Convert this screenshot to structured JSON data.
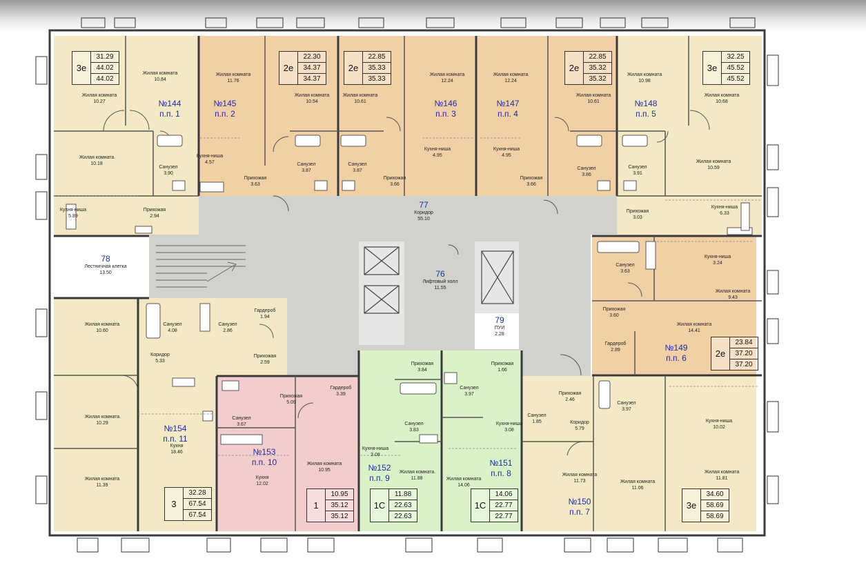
{
  "apartments": [
    {
      "id": "a144",
      "num": "№144",
      "pp": "п.п. 1",
      "box": {
        "type": "3е",
        "vals": [
          "31.29",
          "44.02",
          "44.02"
        ]
      }
    },
    {
      "id": "a145",
      "num": "№145",
      "pp": "п.п. 2",
      "box": {
        "type": "2е",
        "vals": [
          "22.30",
          "34.37",
          "34.37"
        ]
      }
    },
    {
      "id": "a146",
      "num": "№146",
      "pp": "п.п. 3",
      "box": {
        "type": "2е",
        "vals": [
          "22.85",
          "35.33",
          "35.33"
        ]
      }
    },
    {
      "id": "a147",
      "num": "№147",
      "pp": "п.п. 4",
      "box": {
        "type": "2е",
        "vals": [
          "22.85",
          "35.32",
          "35.32"
        ]
      }
    },
    {
      "id": "a148",
      "num": "№148",
      "pp": "п.п. 5",
      "box": {
        "type": "3е",
        "vals": [
          "32.25",
          "45.52",
          "45.52"
        ]
      }
    },
    {
      "id": "a149",
      "num": "№149",
      "pp": "п.п. 6",
      "box": {
        "type": "2е",
        "vals": [
          "23.84",
          "37.20",
          "37.20"
        ]
      }
    },
    {
      "id": "a150",
      "num": "№150",
      "pp": "п.п. 7",
      "box": {
        "type": "3е",
        "vals": [
          "34.60",
          "58.69",
          "58.69"
        ]
      }
    },
    {
      "id": "a151",
      "num": "№151",
      "pp": "п.п. 8",
      "box": {
        "type": "1С",
        "vals": [
          "14.06",
          "22.77",
          "22.77"
        ]
      }
    },
    {
      "id": "a152",
      "num": "№152",
      "pp": "п.п. 9",
      "box": {
        "type": "1С",
        "vals": [
          "11.88",
          "22.63",
          "22.63"
        ]
      }
    },
    {
      "id": "a153",
      "num": "№153",
      "pp": "п.п. 10",
      "box": {
        "type": "1",
        "vals": [
          "10.95",
          "35.12",
          "35.12"
        ]
      }
    },
    {
      "id": "a154",
      "num": "№154",
      "pp": "п.п. 11",
      "box": {
        "type": "3",
        "vals": [
          "32.28",
          "67.54",
          "67.54"
        ]
      }
    }
  ],
  "public_rooms": [
    {
      "id": "p77",
      "num": "77",
      "name": "Коридор",
      "area": "55.10"
    },
    {
      "id": "p76",
      "num": "76",
      "name": "Лифтовый холл",
      "area": "11.55"
    },
    {
      "id": "p78",
      "num": "78",
      "name": "Лестничная клетка",
      "area": "13.50"
    },
    {
      "id": "p79",
      "num": "79",
      "name": "ПУИ",
      "area": "2.28"
    }
  ],
  "rooms": [
    {
      "name": "Жилая комната",
      "area": "10.84"
    },
    {
      "name": "Жилая комната",
      "area": "10.27"
    },
    {
      "name": "Жилая комната",
      "area": "10.18"
    },
    {
      "name": "Санузел",
      "area": "3.90"
    },
    {
      "name": "Кухня-ниша",
      "area": "5.89"
    },
    {
      "name": "Прихожая",
      "area": "2.94"
    },
    {
      "name": "Жилая комната",
      "area": "11.76"
    },
    {
      "name": "Кухня-ниша",
      "area": "4.57"
    },
    {
      "name": "Прихожая",
      "area": "3.63"
    },
    {
      "name": "Жилая комната",
      "area": "10.54"
    },
    {
      "name": "Санузел",
      "area": "3.87"
    },
    {
      "name": "Жилая комната",
      "area": "10.61"
    },
    {
      "name": "Санузел",
      "area": "3.87"
    },
    {
      "name": "Прихожая",
      "area": "3.66"
    },
    {
      "name": "Жилая комната",
      "area": "12.24"
    },
    {
      "name": "Кухня-ниша",
      "area": "4.95"
    },
    {
      "name": "Жилая комната",
      "area": "12.24"
    },
    {
      "name": "Кухня-ниша",
      "area": "4.95"
    },
    {
      "name": "Прихожая",
      "area": "3.66"
    },
    {
      "name": "Жилая комната",
      "area": "10.61"
    },
    {
      "name": "Санузел",
      "area": "3.86"
    },
    {
      "name": "Жилая комната",
      "area": "10.98"
    },
    {
      "name": "Жилая комната",
      "area": "10.68"
    },
    {
      "name": "Санузел",
      "area": "3.91"
    },
    {
      "name": "Жилая комната",
      "area": "10.59"
    },
    {
      "name": "Прихожая",
      "area": "3.03"
    },
    {
      "name": "Кухня-ниша",
      "area": "6.33"
    },
    {
      "name": "Санузел",
      "area": "3.63"
    },
    {
      "name": "Кухня-ниша",
      "area": "3.24"
    },
    {
      "name": "Жилая комната",
      "area": "9.43"
    },
    {
      "name": "Прихожая",
      "area": "3.60"
    },
    {
      "name": "Жилая комната",
      "area": "14.41"
    },
    {
      "name": "Гардероб",
      "area": "2.89"
    },
    {
      "name": "Прихожая",
      "area": "2.46"
    },
    {
      "name": "Санузел",
      "area": "3.97"
    },
    {
      "name": "Санузел",
      "area": "1.85"
    },
    {
      "name": "Коридор",
      "area": "5.79"
    },
    {
      "name": "Кухня-ниша",
      "area": "10.02"
    },
    {
      "name": "Жилая комната",
      "area": "11.73"
    },
    {
      "name": "Жилая комната",
      "area": "11.06"
    },
    {
      "name": "Жилая комната",
      "area": "11.81"
    },
    {
      "name": "Прихожая",
      "area": "1.66"
    },
    {
      "name": "Санузел",
      "area": "3.97"
    },
    {
      "name": "Кухня-ниша",
      "area": "3.08"
    },
    {
      "name": "Жилая комната",
      "area": "14.06"
    },
    {
      "name": "Прихожая",
      "area": "3.84"
    },
    {
      "name": "Санузел",
      "area": "3.83"
    },
    {
      "name": "Кухня-ниша",
      "area": "3.08"
    },
    {
      "name": "Жилая комната",
      "area": "11.88"
    },
    {
      "name": "Прихожая",
      "area": "5.09"
    },
    {
      "name": "Гардероб",
      "area": "3.39"
    },
    {
      "name": "Санузел",
      "area": "3.67"
    },
    {
      "name": "Кухня",
      "area": "12.02"
    },
    {
      "name": "Жилая комната",
      "area": "10.95"
    },
    {
      "name": "Жилая комната",
      "area": "10.60"
    },
    {
      "name": "Санузел",
      "area": "4.08"
    },
    {
      "name": "Санузел",
      "area": "2.86"
    },
    {
      "name": "Гардероб",
      "area": "1.94"
    },
    {
      "name": "Коридор",
      "area": "5.33"
    },
    {
      "name": "Прихожая",
      "area": "2.59"
    },
    {
      "name": "Жилая комната",
      "area": "10.29"
    },
    {
      "name": "Кухня",
      "area": "18.46"
    },
    {
      "name": "Жилая комната",
      "area": "11.39"
    }
  ],
  "colors": {
    "yellow": "#f3e9c4",
    "orange": "#f1d0a6",
    "pink": "#f3cccc",
    "green": "#d9f2c8",
    "corridor": "#cfd3cc",
    "wall": "#3a3a3a",
    "blue_text": "#1b2e9c"
  }
}
